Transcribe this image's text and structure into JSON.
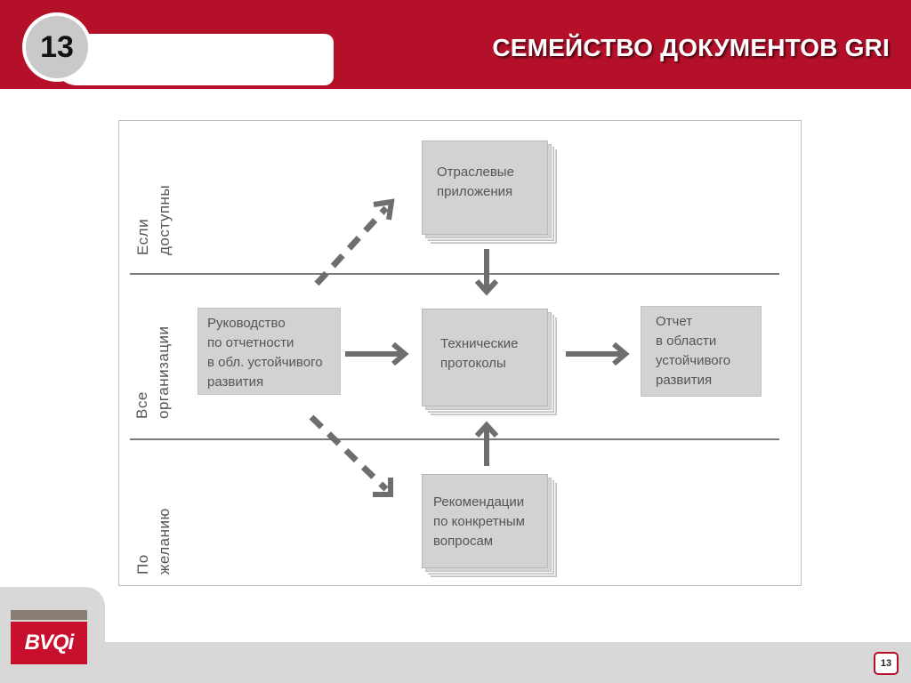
{
  "header": {
    "slide_number": "13",
    "title": "СЕМЕЙСТВО ДОКУМЕНТОВ GRI"
  },
  "diagram": {
    "rows": [
      {
        "label_line1": "Если",
        "label_line2": "доступны"
      },
      {
        "label_line1": "Все",
        "label_line2": "организации"
      },
      {
        "label_line1": "По",
        "label_line2": "желанию"
      }
    ],
    "boxes": {
      "sector_supplements": [
        "Отраслевые",
        "приложения"
      ],
      "reporting_guidelines": [
        "Руководство",
        "по отчетности",
        "в обл. устойчивого",
        "развития"
      ],
      "technical_protocols": [
        "Технические",
        "протоколы"
      ],
      "sustainability_report": [
        "Отчет",
        "в области",
        "устойчивого",
        "развития"
      ],
      "issue_guidance": [
        "Рекомендации",
        "по конкретным",
        "вопросам"
      ]
    },
    "colors": {
      "box_fill": "#d2d2d2",
      "arrow": "#6e6e6e",
      "label_text": "#555555"
    }
  },
  "footer": {
    "logo_text": "BVQi",
    "page_number": "13"
  },
  "colors": {
    "brand_red": "#b5102a",
    "footer_gray": "#d8d8d8"
  }
}
